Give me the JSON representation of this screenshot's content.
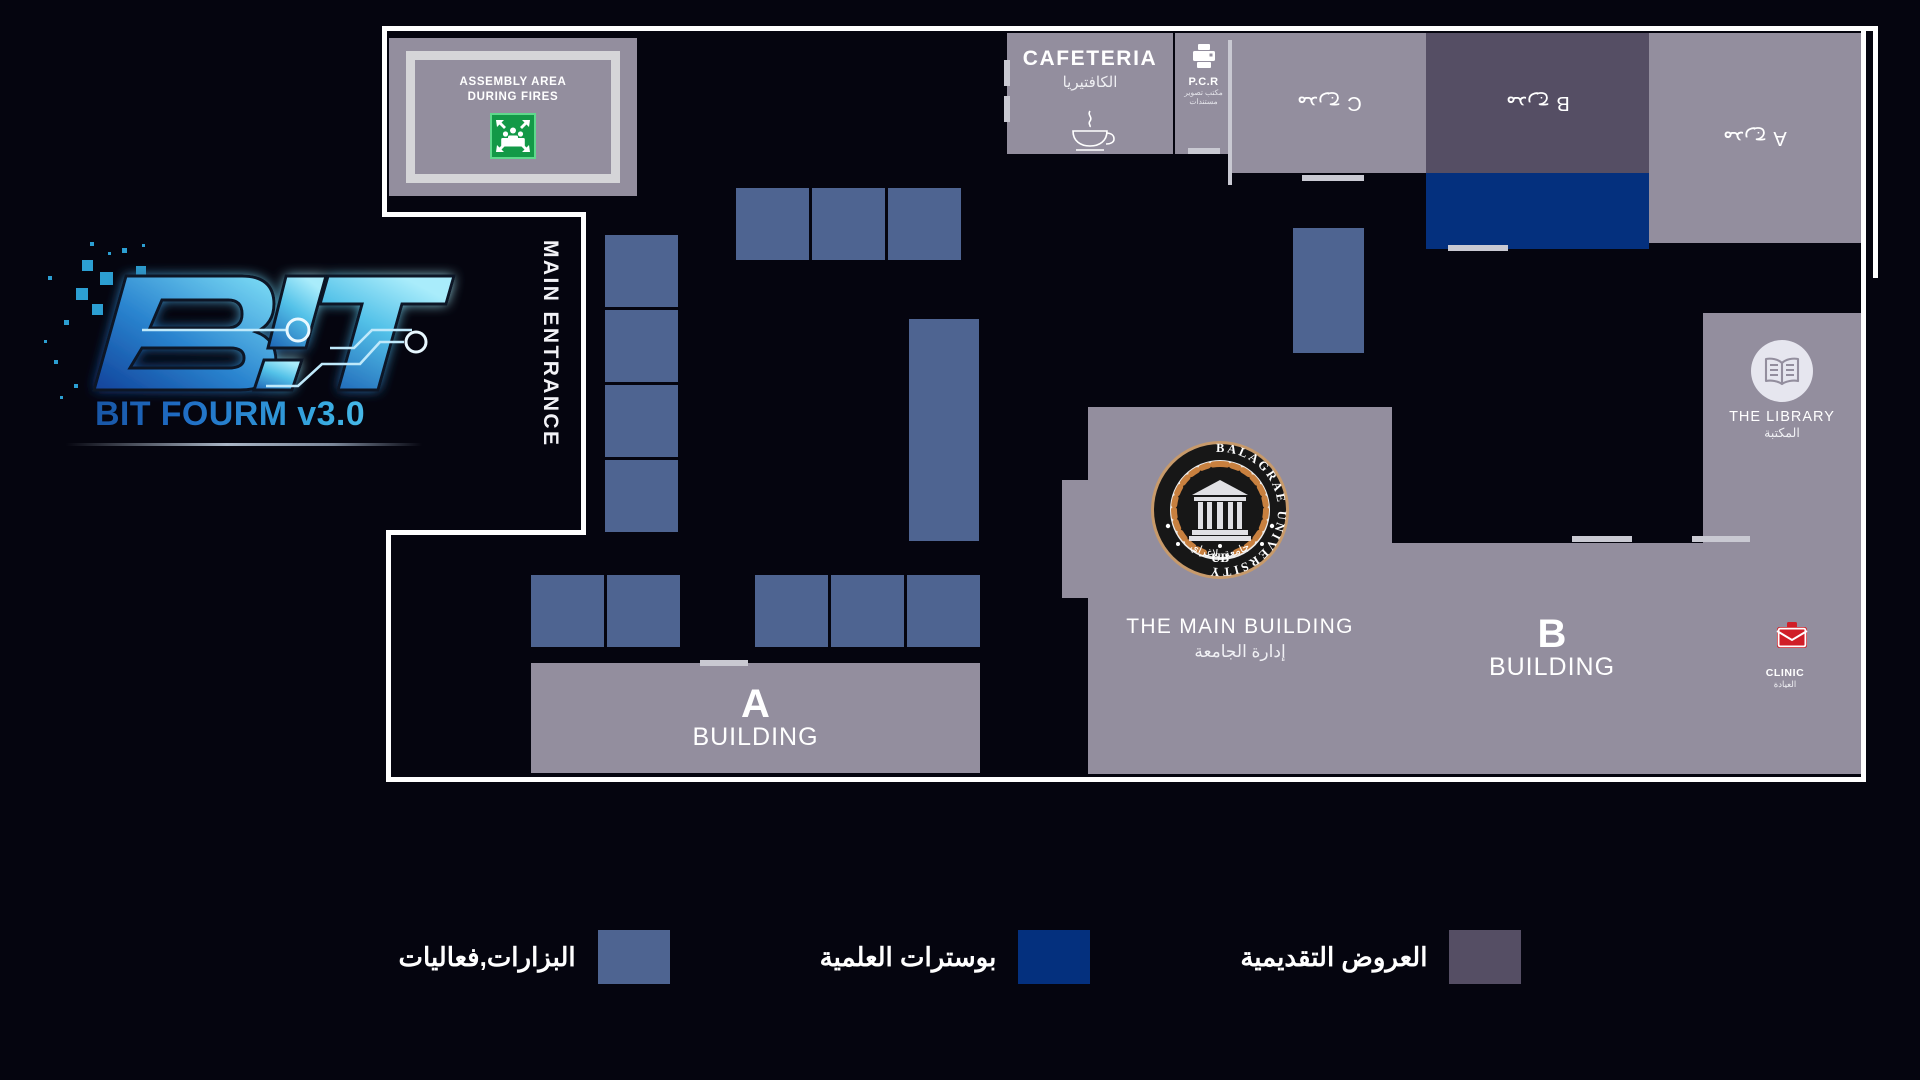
{
  "branding": {
    "logo_text": "BIT",
    "forum_title": "BIT FOURM v3.0"
  },
  "map": {
    "main_entrance": "MAIN ENTRANCE",
    "assembly": {
      "line1": "ASSEMBLY AREA",
      "line2": "DURING FIRES",
      "icon": "assembly-point-icon"
    },
    "cafeteria": {
      "en": "CAFETERIA",
      "ar": "الكافتيريا",
      "icon": "coffee-cup-icon"
    },
    "pcr": {
      "en": "P.C.R",
      "ar_line1": "مكتب تصوير",
      "ar_line2": "مستندات",
      "icon": "printer-icon"
    },
    "halls": [
      {
        "label": "مدرج C"
      },
      {
        "label": "مدرج B"
      },
      {
        "label": "مدرج A"
      }
    ],
    "buildings": [
      {
        "letter": "A",
        "sub": "BUILDING"
      },
      {
        "letter": "B",
        "sub": "BUILDING"
      }
    ],
    "main_building": {
      "en": "THE MAIN BUILDING",
      "ar": "إدارة الجامعة"
    },
    "library": {
      "en": "THE LIBRARY",
      "ar": "المكتبة",
      "icon": "open-book-icon"
    },
    "clinic": {
      "en": "CLINIC",
      "ar": "العيادة",
      "icon": "red-crescent-icon"
    },
    "seal": {
      "outer_top": "BALAGRAE UNIVERSITY",
      "ar": "جامعة بلاغراي",
      "abbr": "UB"
    }
  },
  "legend": {
    "items": [
      {
        "label": "البزارات,فعاليات",
        "color": "#4e6491"
      },
      {
        "label": "بوسترات العلمية",
        "color": "#04307e"
      },
      {
        "label": "العروض التقديمية",
        "color": "#554e64"
      }
    ]
  },
  "colors": {
    "background": "#05050f",
    "wall": "#ffffff",
    "building": "#938e9e",
    "booth": "#4e6491",
    "poster": "#04307e",
    "presentation": "#554e64",
    "accent_blue": "#36a8e0",
    "clinic_red": "#d01e27",
    "assembly_green": "#139947"
  }
}
